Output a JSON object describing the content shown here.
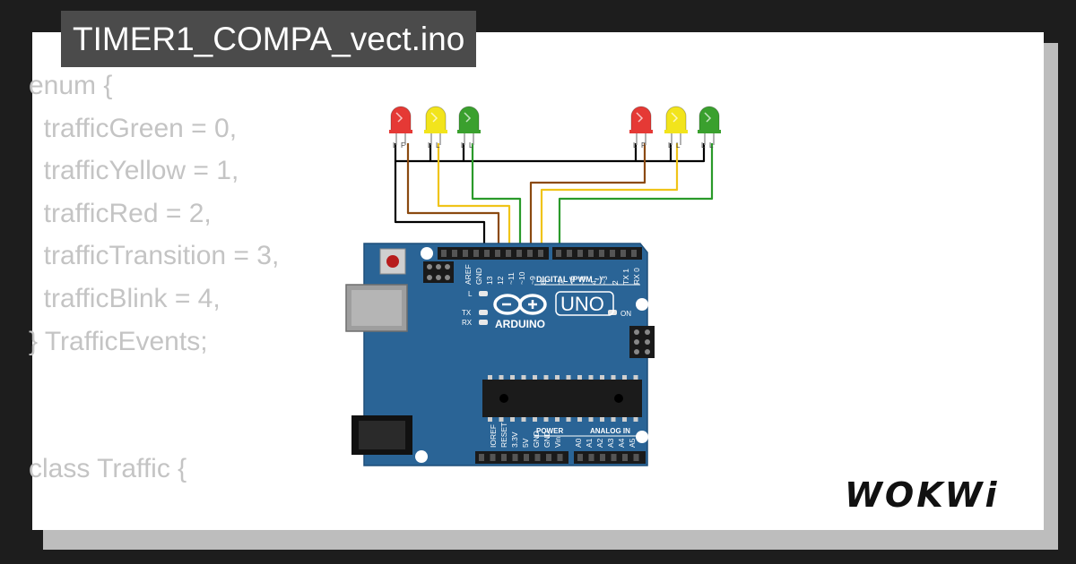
{
  "project": {
    "filename": "TIMER1_COMPA_vect.ino"
  },
  "code_lines": [
    "enum {",
    "  trafficGreen = 0,",
    "  trafficYellow = 1,",
    "  trafficRed = 2,",
    "  trafficTransition = 3,",
    "  trafficBlink = 4,",
    "} TrafficEvents;",
    "",
    "",
    "class Traffic {"
  ],
  "board": {
    "brand": "ARDUINO",
    "model": "UNO",
    "digital_header": "DIGITAL (PWM ~)",
    "power_header": "POWER",
    "analog_header": "ANALOG IN",
    "led_labels": {
      "l": "L",
      "tx": "TX",
      "rx": "RX",
      "on": "ON"
    },
    "top_pins": [
      "AREF",
      "GND",
      "13",
      "12",
      "~11",
      "~10",
      "~9",
      "8",
      "7",
      "~6",
      "~5",
      "4",
      "~3",
      "2",
      "TX 1",
      "RX 0"
    ],
    "power_pins": [
      "IOREF",
      "RESET",
      "3.3V",
      "5V",
      "GND",
      "GND",
      "Vin"
    ],
    "analog_pins": [
      "A0",
      "A1",
      "A2",
      "A3",
      "A4",
      "A5"
    ],
    "colors": {
      "pcb": "#2a6496",
      "pcb_edge": "#1e4f7a",
      "silk": "#ffffff"
    }
  },
  "leds": [
    {
      "color": "red",
      "pin_labels": [
        "L",
        "F"
      ]
    },
    {
      "color": "yellow",
      "pin_labels": [
        "L",
        "L"
      ]
    },
    {
      "color": "green",
      "pin_labels": [
        "L",
        "L"
      ]
    },
    {
      "color": "red",
      "pin_labels": [
        "L",
        "F"
      ]
    },
    {
      "color": "yellow",
      "pin_labels": [
        "L",
        "L"
      ]
    },
    {
      "color": "green",
      "pin_labels": [
        "L",
        "L"
      ]
    }
  ],
  "led_colors": {
    "red": "#e53935",
    "yellow": "#f2e41c",
    "green": "#3aa02e"
  },
  "wire_colors": {
    "gnd": "#000000",
    "red_led": "#8b4a10",
    "yellow_led": "#f0c419",
    "green_led": "#2a9a2a"
  },
  "logo": {
    "text": "WOKWi"
  },
  "colors": {
    "background": "#1d1d1d",
    "card": "#ffffff",
    "code_text": "#c4c4c4",
    "badge_bg": "#4b4b4b"
  }
}
